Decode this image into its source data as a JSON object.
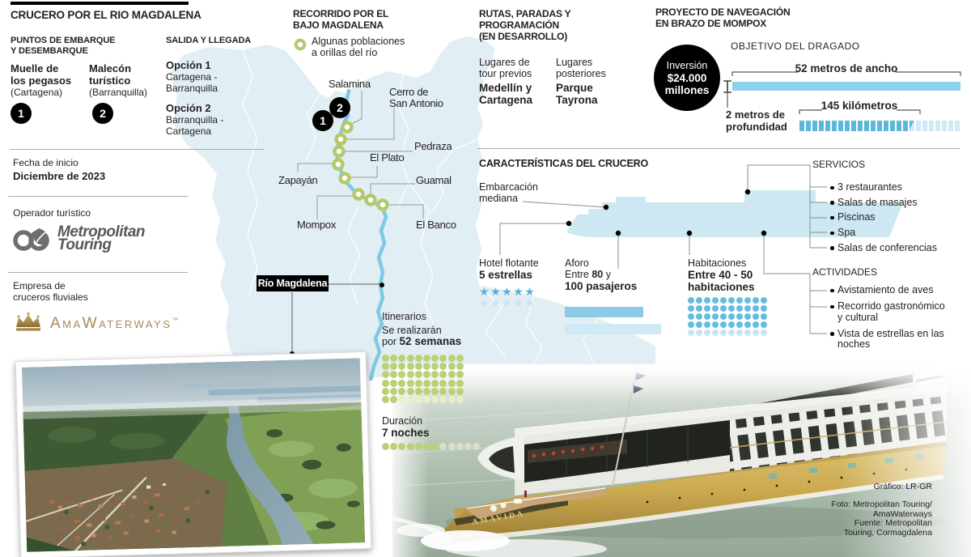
{
  "title": "CRUCERO POR EL RIO MAGDALENA",
  "embarque": {
    "heading_l1": "PUNTOS DE EMBARQUE",
    "heading_l2": "Y DESEMBARQUE",
    "points": [
      {
        "name_l1": "Muelle de",
        "name_l2": "los pegasos",
        "city": "(Cartagena)",
        "badge": "1"
      },
      {
        "name_l1": "Malecón",
        "name_l2": "turístico",
        "city": "(Barranquilla)",
        "badge": "2"
      }
    ]
  },
  "salida": {
    "heading": "SALIDA Y LLEGADA",
    "options": [
      {
        "name": "Opción 1",
        "route_l1": "Cartagena -",
        "route_l2": "Barranquilla"
      },
      {
        "name": "Opción 2",
        "route_l1": "Barranquilla -",
        "route_l2": "Cartagena"
      }
    ]
  },
  "fecha": {
    "label": "Fecha de inicio",
    "value": "Diciembre de 2023"
  },
  "operador": {
    "label": "Operador turístico",
    "logo_l1": "Metropolitan",
    "logo_l2": "Touring"
  },
  "empresa": {
    "label_l1": "Empresa de",
    "label_l2": "cruceros fluviales",
    "logo": "AmaWaterways",
    "tm": "™"
  },
  "recorrido": {
    "heading_l1": "RECORRIDO POR EL",
    "heading_l2": "BAJO MAGDALENA",
    "legend_l1": "Algunas poblaciones",
    "legend_l2": "a orillas del río"
  },
  "map": {
    "salamina": "Salamina",
    "cerro_l1": "Cerro de",
    "cerro_l2": "San Antonio",
    "pedraza": "Pedraza",
    "elplato": "El Plato",
    "zapayan": "Zapayán",
    "guamal": "Guamal",
    "mompox": "Mompox",
    "elbanco": "El Banco",
    "river_label": "Río Magdalena",
    "badge1": "1",
    "badge2": "2"
  },
  "itinerarios": {
    "heading": "Itinerarios",
    "line1": "Se realizarán",
    "line2_pre": "por ",
    "line2_bold": "52 semanas",
    "dots": {
      "cols": 10,
      "total": 60,
      "solid": 52
    }
  },
  "duracion": {
    "label": "Duración",
    "value": "7 noches",
    "dots": {
      "cols": 12,
      "total": 12,
      "solid": 7
    }
  },
  "rutas": {
    "heading_l1": "RUTAS, PARADAS Y",
    "heading_l2": "PROGRAMACIÓN",
    "heading_l3": "(EN DESARROLLO)",
    "previos": {
      "label_l1": "Lugares de",
      "label_l2": "tour previos",
      "value_l1": "Medellín y",
      "value_l2": "Cartagena"
    },
    "posteriores": {
      "label_l1": "Lugares",
      "label_l2": "posteriores",
      "value_l1": "Parque",
      "value_l2": "Tayrona"
    }
  },
  "proyecto": {
    "heading_l1": "PROYECTO DE NAVEGACIÓN",
    "heading_l2": "EN BRAZO DE MOMPOX",
    "inversion": {
      "label": "Inversión",
      "value_l1": "$24.000",
      "value_l2": "millones"
    },
    "dragado": {
      "heading": "OBJETIVO DEL DRAGADO",
      "ancho": "52 metros de ancho",
      "profundidad_l1": "2 metros de",
      "profundidad_l2": "profundidad",
      "longitud": "145 kilómetros",
      "segments": {
        "cols": 25,
        "total": 25,
        "solid": 17
      }
    }
  },
  "caracteristicas": {
    "heading": "CARACTERÍSTICAS DEL CRUCERO",
    "embarcacion_l1": "Embarcación",
    "embarcacion_l2": "mediana",
    "hotel": {
      "label": "Hotel flotante",
      "value": "5 estrellas",
      "stars_solid": 5,
      "stars_pale": 5
    },
    "aforo": {
      "label": "Aforo",
      "line1_pre": "Entre ",
      "line1_bold": "80",
      "line1_post": " y",
      "line2": "100 pasajeros",
      "bar1_value": 80,
      "bar2_value": 100
    },
    "habitaciones": {
      "label": "Habitaciones",
      "value_l1": "Entre 40 - 50",
      "value_l2": "habitaciones",
      "dots": {
        "cols": 10,
        "total": 50,
        "solid": 40
      }
    },
    "servicios": {
      "heading": "SERVICIOS",
      "items": [
        "3 restaurantes",
        "Salas de masajes",
        "Piscinas",
        "Spa",
        "Salas de conferencias"
      ]
    },
    "actividades": {
      "heading": "ACTIVIDADES",
      "items": [
        {
          "l1": "Avistamiento de aves",
          "l2": ""
        },
        {
          "l1": "Recorrido gastronómico",
          "l2": "y cultural"
        },
        {
          "l1": "Vista de estrellas en las",
          "l2": "noches"
        }
      ]
    }
  },
  "ship_photo": {
    "name": "AMAVIDA"
  },
  "credits": {
    "grafico": "Gráfico: LR-GR",
    "foto_l1": "Foto: Metropolitan Touring/",
    "foto_l2": "AmaWaterways",
    "fuente_l1": "Fuente: Metropolitan",
    "fuente_l2": "Touring, Cormagdalena"
  },
  "colors": {
    "accent_blue": "#5db7d9",
    "pale_blue": "#cfeaf5",
    "map_land": "#e1eef4",
    "river": "#7ec9e3",
    "marker_green": "#b5c96b",
    "dot_green": "#bdd076",
    "gold": "#a8885a",
    "logo_gray": "#6d6e71",
    "ink": "#231f20"
  }
}
